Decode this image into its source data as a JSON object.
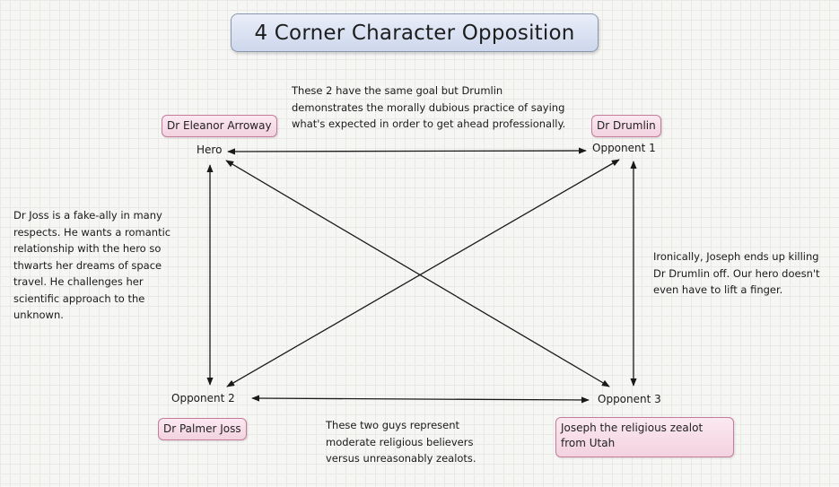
{
  "title": "4 Corner Character Opposition",
  "nodes": {
    "hero": {
      "label": "Hero",
      "name": "Dr Eleanor Arroway"
    },
    "opponent1": {
      "label": "Opponent 1",
      "name": "Dr Drumlin"
    },
    "opponent2": {
      "label": "Opponent 2",
      "name": "Dr Palmer Joss"
    },
    "opponent3": {
      "label": "Opponent 3",
      "name": "Joseph the religious zealot from Utah"
    }
  },
  "notes": {
    "top": "These 2 have the same goal but Drumlin demonstrates the morally dubious practice of saying what's expected in order to get ahead professionally.",
    "left": "Dr Joss is a fake-ally in many respects. He wants a romantic relationship with the hero so thwarts her dreams of space travel. He challenges her scientific approach to the unknown.",
    "right": "Ironically, Joseph ends up killing Dr Drumlin off. Our hero doesn't even have to lift a finger.",
    "bottom": "These two guys represent moderate religious believers versus unreasonably zealots."
  },
  "colors": {
    "title_fill": "#cdd7ec",
    "name_fill": "#f3d2e0",
    "name_border": "#c47c9a",
    "arrow": "#1a1a1a"
  }
}
